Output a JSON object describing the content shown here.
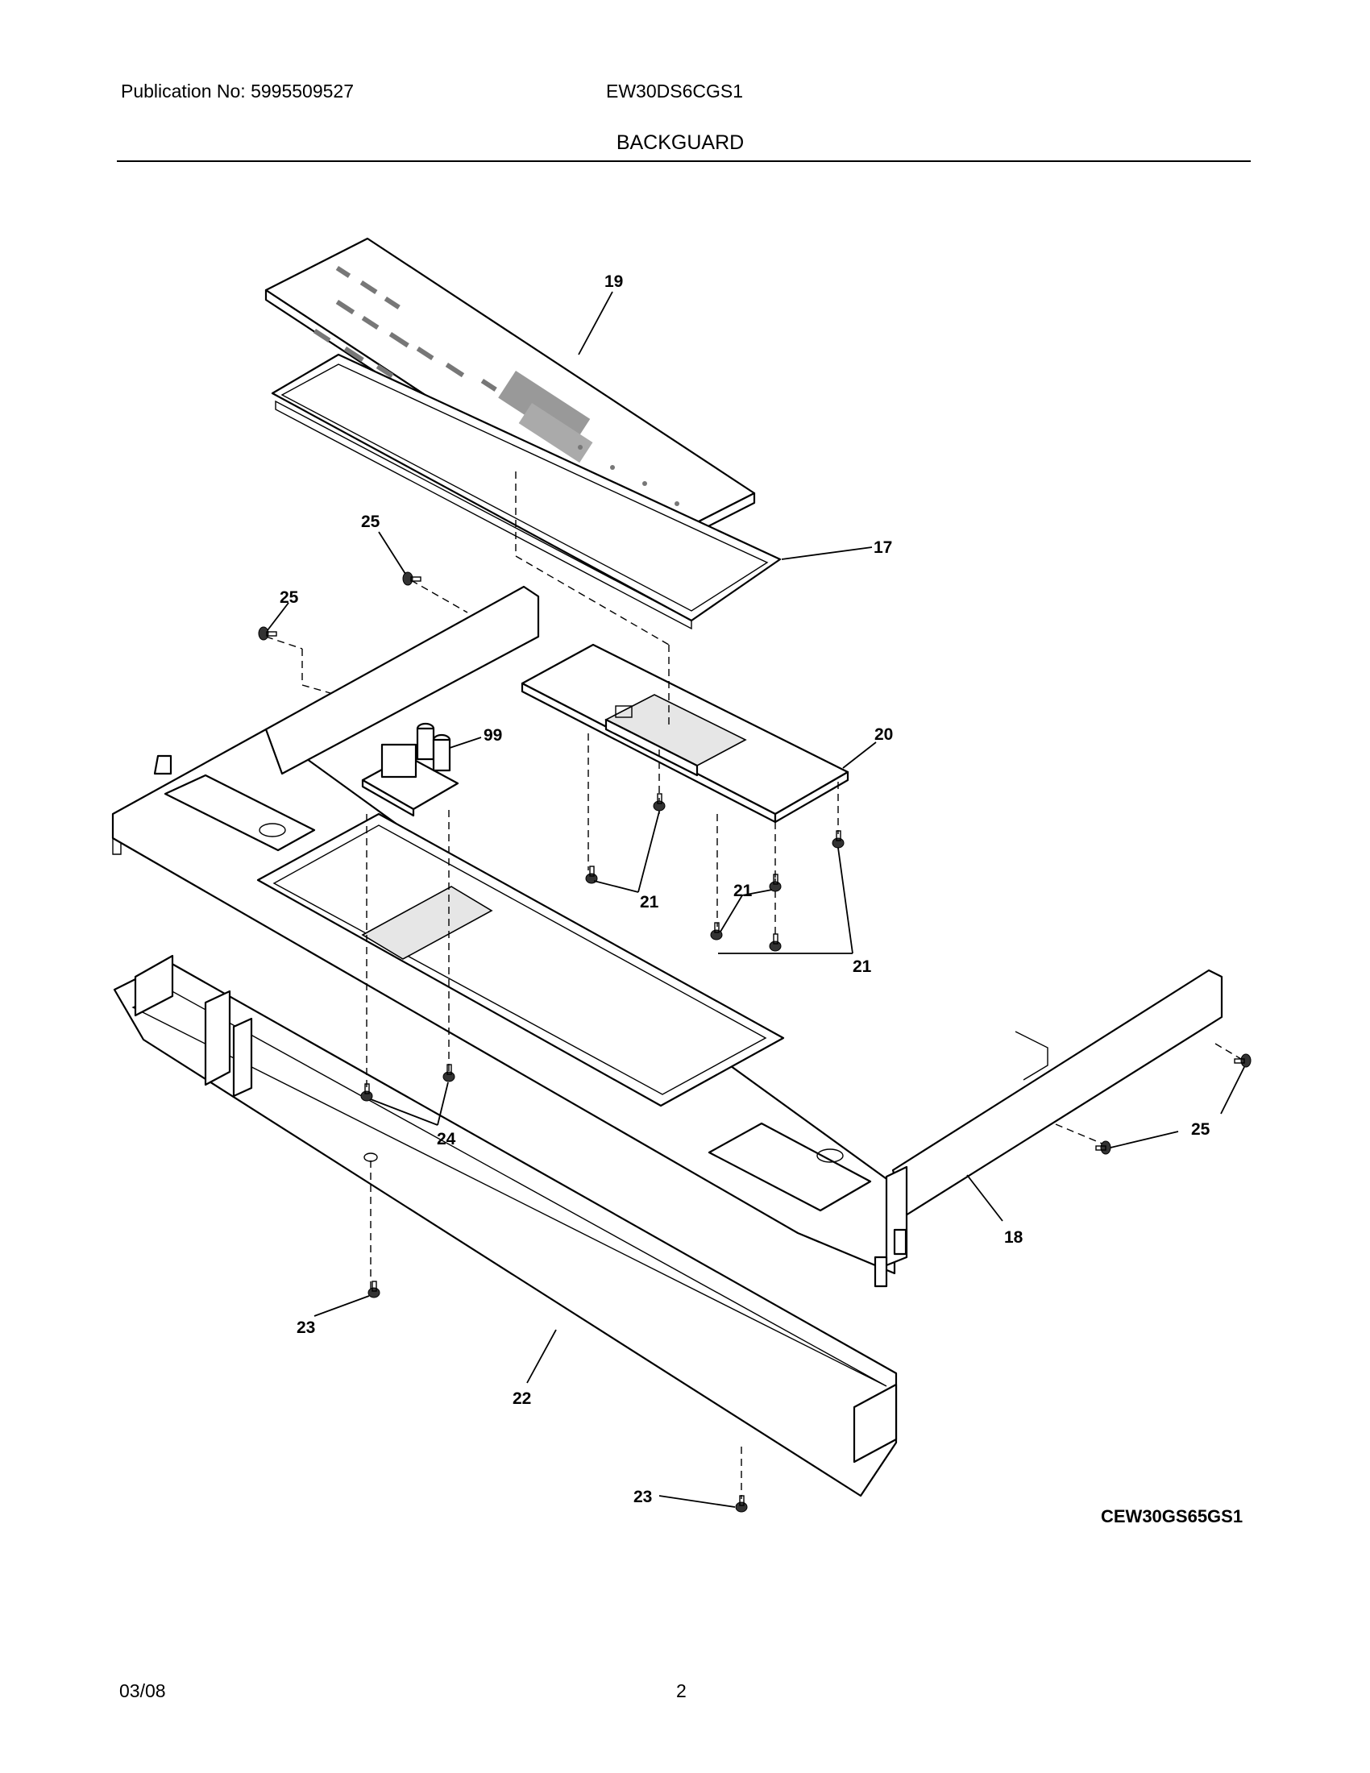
{
  "header": {
    "publication": "Publication No: 5995509527",
    "model": "EW30DS6CGS1",
    "section_title": "BACKGUARD"
  },
  "diagram": {
    "callouts": {
      "c19": "19",
      "c17": "17",
      "c25a": "25",
      "c25b": "25",
      "c99": "99",
      "c20": "20",
      "c21a": "21",
      "c21b": "21",
      "c21c": "21",
      "c24": "24",
      "c25c": "25",
      "c18": "18",
      "c23a": "23",
      "c22": "22",
      "c23b": "23"
    },
    "figure_code": "CEW30GS65GS1"
  },
  "footer": {
    "date": "03/08",
    "page": "2"
  }
}
